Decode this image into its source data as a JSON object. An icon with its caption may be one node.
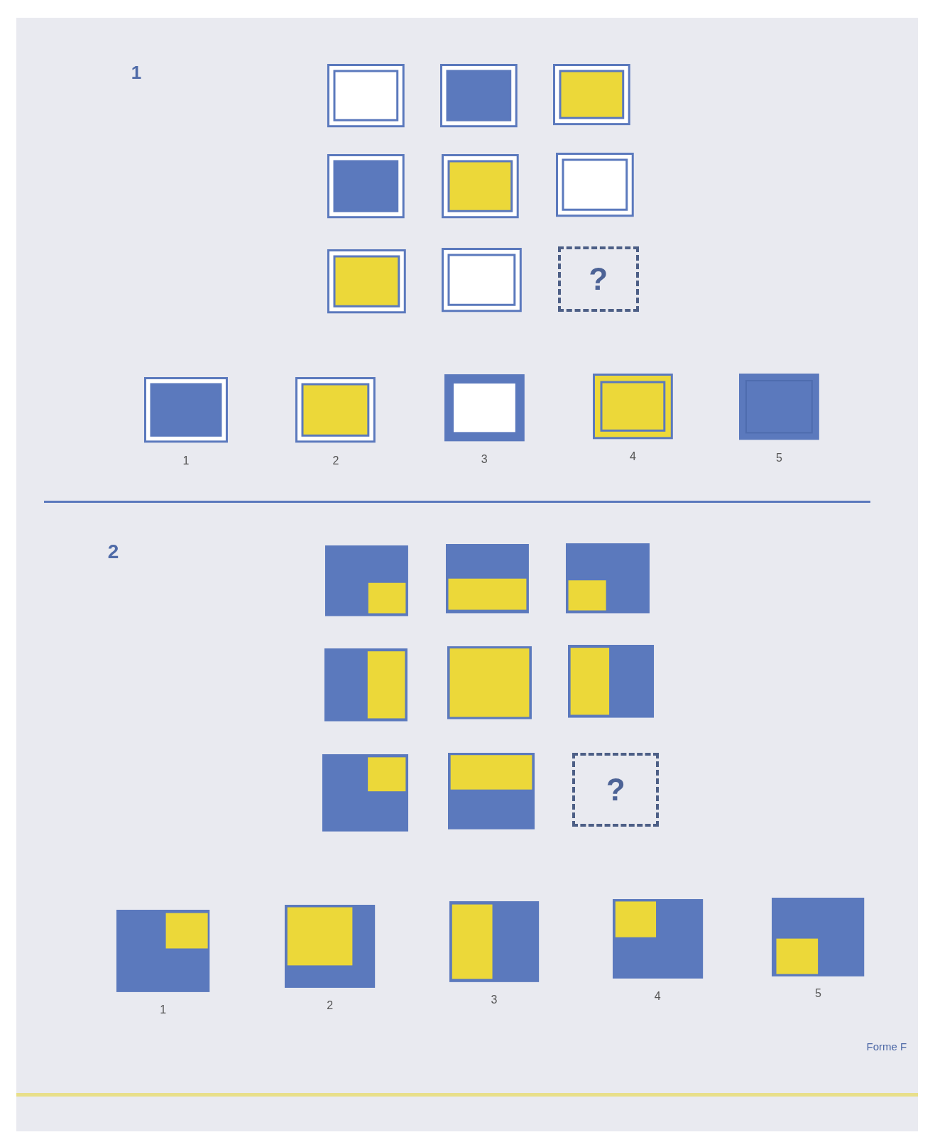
{
  "diagram": {
    "nodes": [
      {
        "text": [],
        "shape": "box"
      },
      {
        "text": [],
        "shape": "box"
      },
      {
        "text": [],
        "shape": "box"
      },
      {
        "text": [],
        "shape": "box"
      },
      {
        "text": [],
        "shape": "box"
      },
      {
        "text": [],
        "shape": "box"
      },
      {
        "text": [],
        "shape": "box"
      },
      {
        "text": [],
        "shape": "box"
      },
      {
        "text": [
          "?"
        ]
      },
      {
        "text": [],
        "shape": "box",
        "beside": [
          "1"
        ]
      },
      {
        "text": [],
        "shape": "box",
        "beside": [
          "2"
        ]
      },
      {
        "text": [],
        "shape": "box",
        "beside": [
          "3"
        ]
      },
      {
        "text": [],
        "shape": "box",
        "beside": [
          "4"
        ]
      },
      {
        "text": [],
        "shape": "box",
        "beside": [
          "5"
        ]
      },
      {
        "text": [],
        "shape": "box"
      },
      {
        "text": [],
        "shape": "box"
      },
      {
        "text": [],
        "shape": "box"
      },
      {
        "text": [],
        "shape": "box"
      },
      {
        "text": [],
        "shape": "box"
      },
      {
        "text": [],
        "shape": "box"
      },
      {
        "text": [],
        "shape": "box"
      },
      {
        "text": [],
        "shape": "box"
      },
      {
        "text": [
          "?"
        ]
      },
      {
        "text": [],
        "shape": "box",
        "beside": [
          "1"
        ]
      },
      {
        "text": [],
        "shape": "box",
        "beside": [
          "2"
        ]
      },
      {
        "text": [],
        "shape": "box",
        "beside": [
          "3"
        ]
      },
      {
        "text": [],
        "shape": "box",
        "beside": [
          "4"
        ]
      },
      {
        "text": [],
        "shape": "box",
        "beside": [
          "5"
        ]
      }
    ],
    "labels": [
      "1",
      "2",
      "Forme F"
    ]
  }
}
